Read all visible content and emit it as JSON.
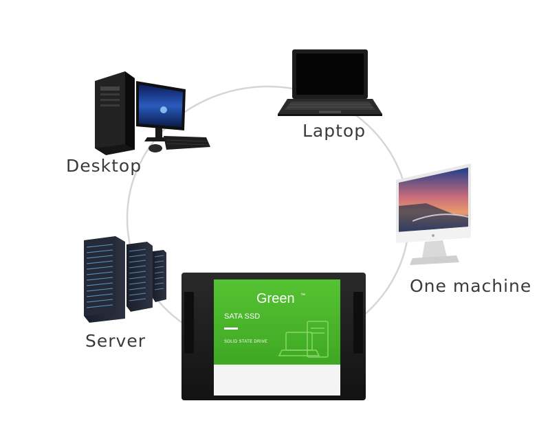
{
  "nodes": {
    "laptop": {
      "label": "Laptop"
    },
    "desktop": {
      "label": "Desktop"
    },
    "one_machine": {
      "label": "One machine"
    },
    "server": {
      "label": "Server"
    }
  },
  "ssd": {
    "brand": "Green",
    "trademark": "™",
    "type": "SATA SSD",
    "subtitle": "SOLID STATE DRIVE"
  },
  "colors": {
    "ssd_green": "#4cbb2a",
    "ssd_case": "#1b1b1b",
    "ring": "#d5d5d5",
    "label_text": "#3a3a3a"
  },
  "icons": [
    "laptop-icon",
    "desktop-computer-icon",
    "all-in-one-monitor-icon",
    "server-rack-icon",
    "ssd-drive-icon"
  ]
}
